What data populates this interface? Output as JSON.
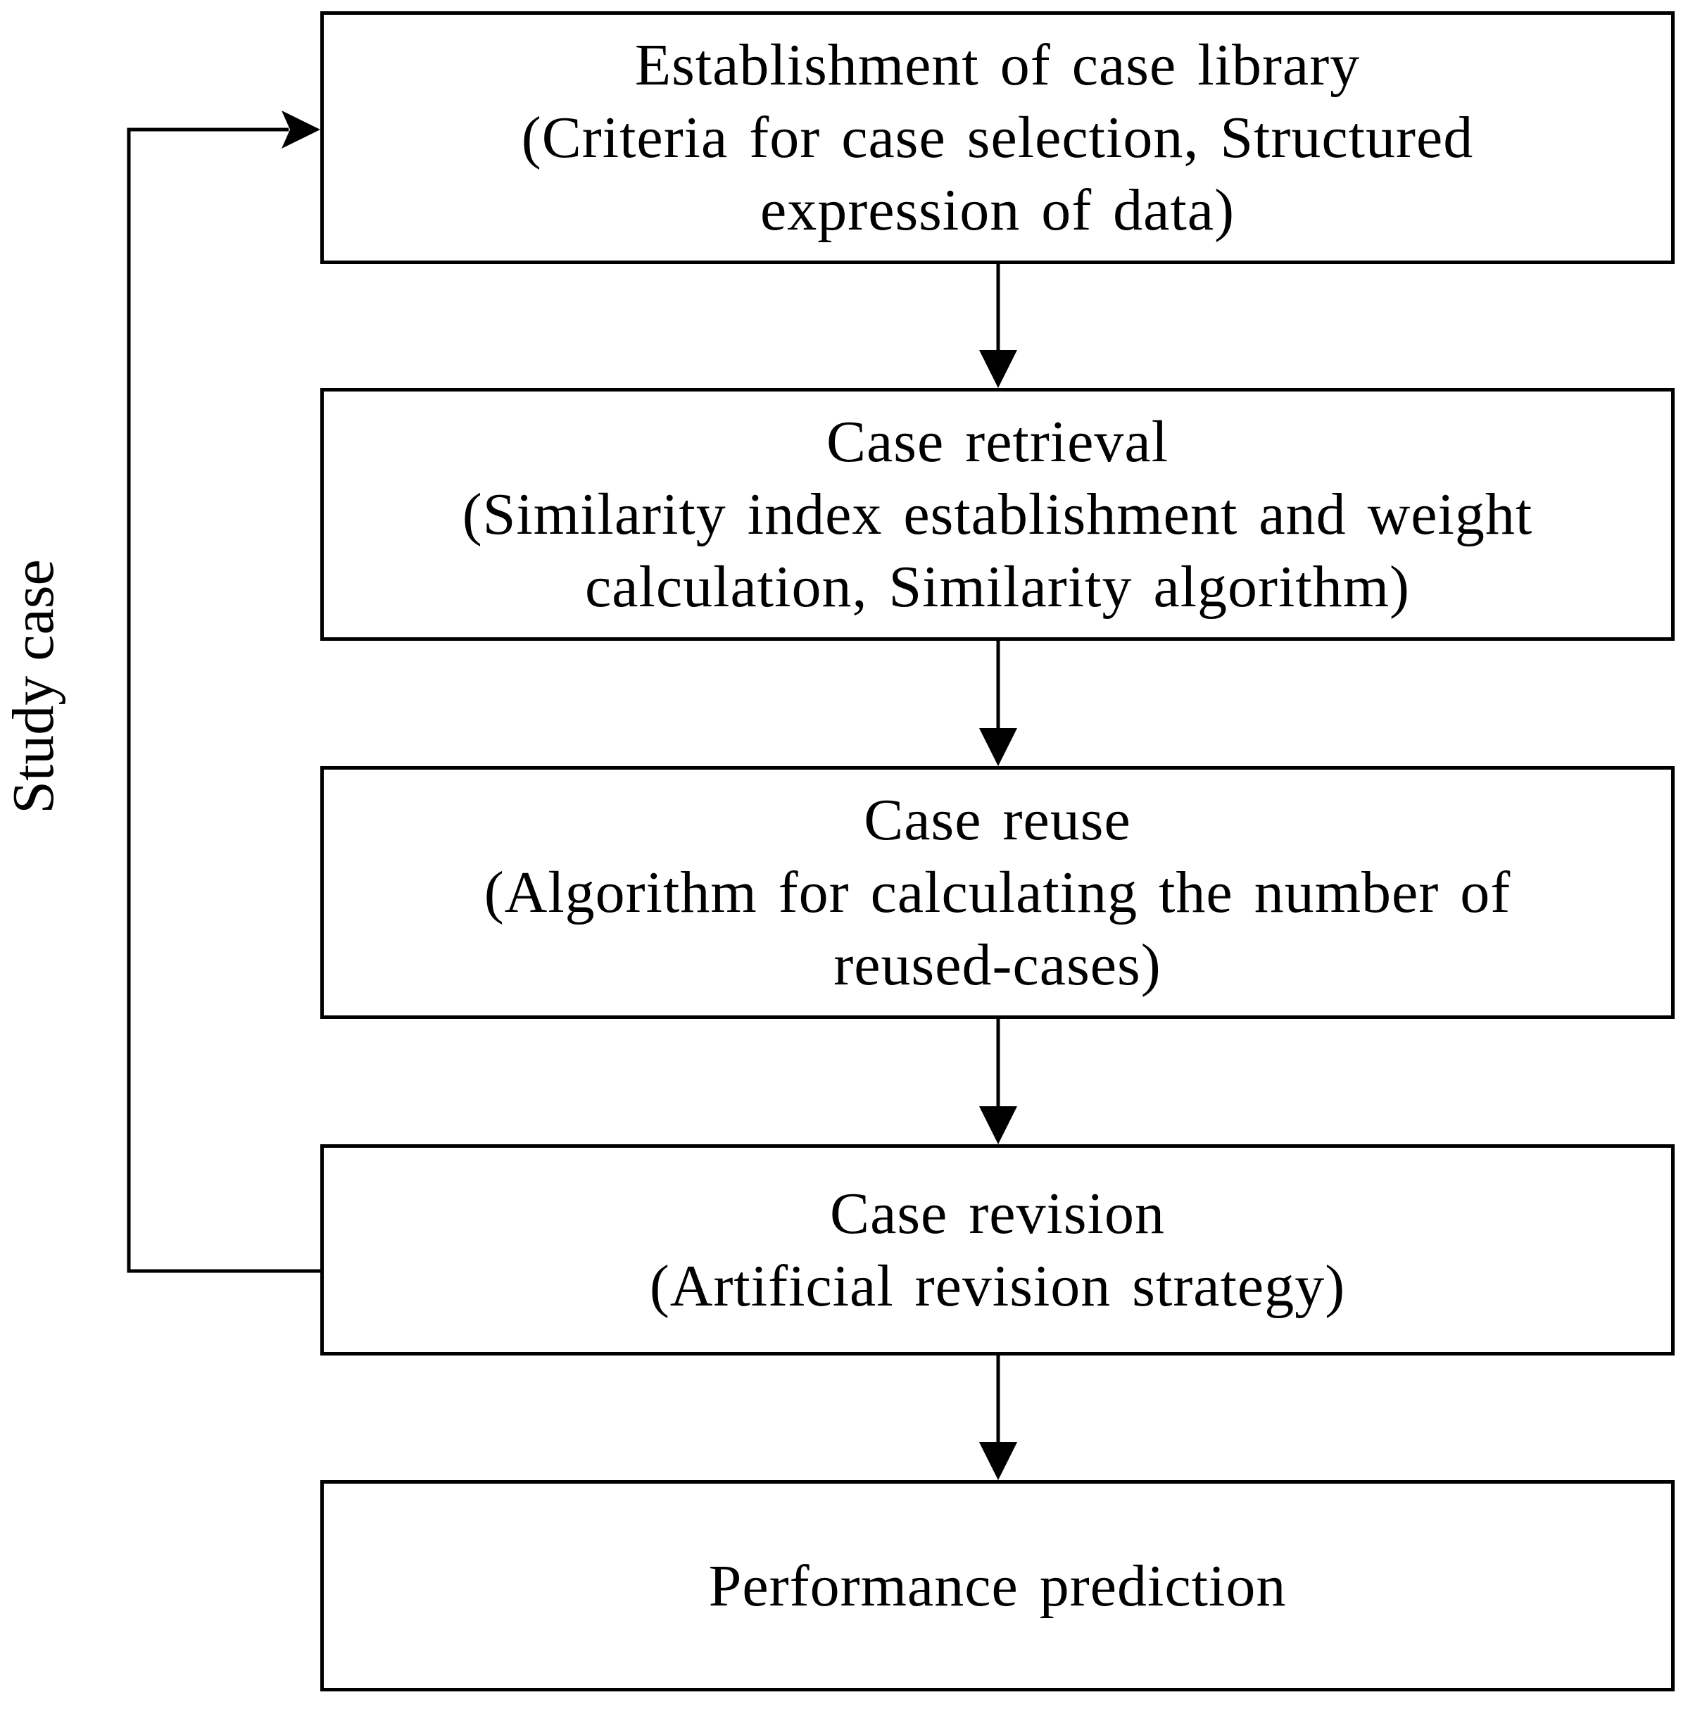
{
  "diagram": {
    "side_label": "Study case",
    "steps": [
      {
        "title": "Establishment of case library",
        "detail_line1": "(Criteria for case selection, Structured",
        "detail_line2": "expression of data)"
      },
      {
        "title": "Case retrieval",
        "detail_line1": "(Similarity index establishment and weight",
        "detail_line2": "calculation, Similarity algorithm)"
      },
      {
        "title": "Case reuse",
        "detail_line1": "(Algorithm for calculating the number of",
        "detail_line2": "reused-cases)"
      },
      {
        "title": "Case revision",
        "detail_line1": "(Artificial revision strategy)"
      },
      {
        "title": "Performance prediction"
      }
    ],
    "colors": {
      "stroke": "#000000",
      "background": "#ffffff"
    }
  }
}
